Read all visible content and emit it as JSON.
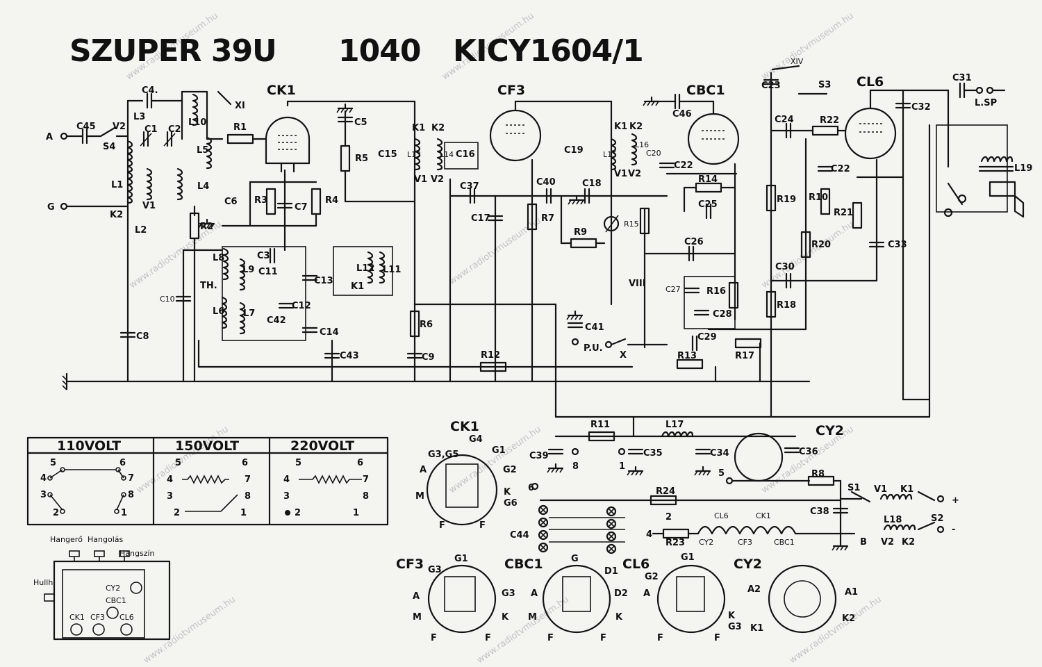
{
  "title": {
    "model": "SZUPER 39U",
    "code": "1040",
    "tubes": "KICY1604/1"
  },
  "watermark": "www.radiotvmuseum.hu",
  "tubes": {
    "ck1": "CK1",
    "cf3": "CF3",
    "cbc1": "CBC1",
    "cl6": "CL6",
    "cy2": "CY2"
  },
  "terminals": {
    "antenna": "A",
    "ground": "G",
    "pickup": "P.U.",
    "speaker": "L.SP"
  },
  "components": {
    "c45": "C45",
    "s4": "S4",
    "v2": "V2",
    "c1": "C1",
    "c2": "C2",
    "c4": "C4.",
    "l1": "L1",
    "l2": "L2",
    "l3": "L3",
    "l10": "L10",
    "l4": "L4",
    "l5": "L5",
    "k2": "K2",
    "v1": "V1",
    "r1": "R1",
    "xi": "XI",
    "r2": "R2",
    "r3": "R3",
    "c6": "C6",
    "c7": "C7",
    "r4": "R4",
    "c5": "C5",
    "r5": "R5",
    "c15": "C15",
    "l13": "L13",
    "k1": "K1",
    "c16": "C16",
    "l14": "L14",
    "c37": "C37",
    "c40": "C40",
    "c17": "C17",
    "r7": "R7",
    "c18": "C18",
    "r9": "R9",
    "r15": "R15",
    "c19": "C19",
    "l15": "L15",
    "l16": "L16",
    "c20": "C20",
    "c22a": "C22",
    "c46": "C46",
    "r14": "R14",
    "c25": "C25",
    "c26": "C26",
    "r16": "R16",
    "c27": "C27",
    "c28": "C28",
    "c29": "C29",
    "r17": "R17",
    "r13": "R13",
    "viii": "VIII",
    "x": "X",
    "c23": "C23",
    "xiv": "XIV",
    "s3": "S3",
    "c24": "C24",
    "r22": "R22",
    "c22b": "C22",
    "r19": "R19",
    "r10": "R10",
    "r21": "R21",
    "r20": "R20",
    "c30": "C30",
    "r18": "R18",
    "c32": "C32",
    "c31": "C31",
    "c33": "C33",
    "l19": "L19",
    "l8": "L8",
    "l9": "L9",
    "l6": "L6",
    "l7": "L7",
    "c3": "C3",
    "c11": "C11",
    "c12": "C12",
    "c13": "C13",
    "c14": "C14",
    "c42": "C42",
    "l12": "L12",
    "l11": "L11",
    "th": "TH.",
    "c10": "C10",
    "c8": "C8",
    "r6": "R6",
    "c9": "C9",
    "c43": "C43",
    "r12": "R12",
    "c41": "C41",
    "r11": "R11",
    "l17": "L17",
    "c39": "C39",
    "c35": "C35",
    "c34": "C34",
    "c36": "C36",
    "r8": "R8",
    "s1": "S1",
    "r24": "R24",
    "c38": "C38",
    "l18": "L18",
    "s2": "S2",
    "r23": "R23",
    "c44": "C44",
    "b": "B"
  },
  "heater_chain": [
    "CL6",
    "CK1",
    "CY2",
    "CF3",
    "CBC1"
  ],
  "supply_marks": {
    "plus": "+",
    "minus": "-"
  },
  "voltage_table": {
    "headers": [
      "110VOLT",
      "150VOLT",
      "220VOLT"
    ],
    "pins": [
      "5",
      "6",
      "4",
      "7",
      "3",
      "8",
      "2",
      "1"
    ]
  },
  "layout_sketch": {
    "top_labels": [
      "Hangerő",
      "Hangolás",
      "Hangszín"
    ],
    "side_label": "Hullh",
    "tubes": [
      "CY2",
      "CBC1",
      "CK1",
      "CF3",
      "CL6"
    ]
  },
  "bases": {
    "ck1": [
      "G3,G5",
      "G4",
      "G1",
      "A",
      "G2",
      "M",
      "K",
      "G6",
      "F",
      "F"
    ],
    "cf3": [
      "G3",
      "G1",
      "A",
      "G3",
      "M",
      "K",
      "F",
      "F"
    ],
    "cbc1": [
      "G",
      "D1",
      "A",
      "D2",
      "M",
      "K",
      "F",
      "F"
    ],
    "cl6": [
      "G2",
      "G1",
      "A",
      "K",
      "G3",
      "F",
      "F"
    ],
    "cy2": [
      "A2",
      "A1",
      "K1",
      "K2"
    ]
  }
}
